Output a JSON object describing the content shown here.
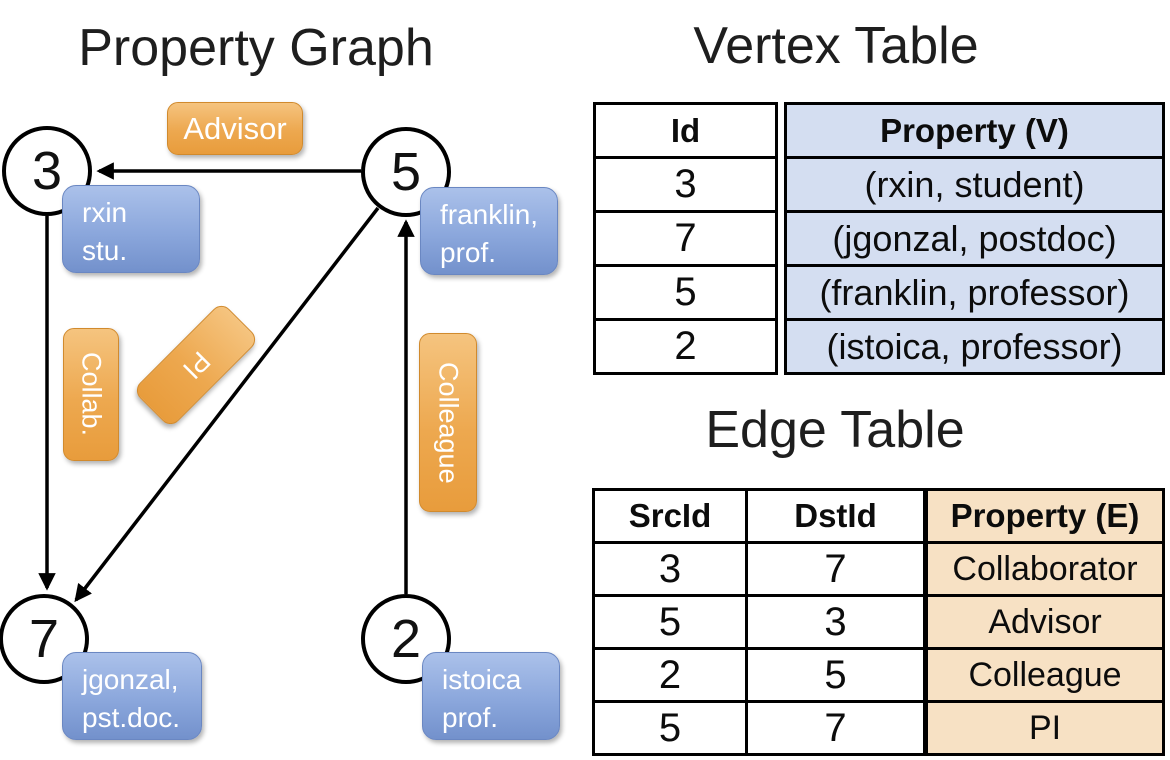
{
  "titles": {
    "graph": "Property Graph",
    "vertex_table": "Vertex Table",
    "edge_table": "Edge Table"
  },
  "graph": {
    "nodes": [
      {
        "id": "3",
        "label_line1": "rxin",
        "label_line2": "stu."
      },
      {
        "id": "5",
        "label_line1": "franklin,",
        "label_line2": "prof."
      },
      {
        "id": "7",
        "label_line1": "jgonzal,",
        "label_line2": "pst.doc."
      },
      {
        "id": "2",
        "label_line1": "istoica",
        "label_line2": "prof."
      }
    ],
    "edge_labels": {
      "advisor": "Advisor",
      "collab": "Collab.",
      "pi": "PI",
      "colleague": "Colleague"
    }
  },
  "vertex_table": {
    "headers": {
      "id": "Id",
      "property": "Property (V)"
    },
    "rows": [
      {
        "id": "3",
        "property": "(rxin, student)"
      },
      {
        "id": "7",
        "property": "(jgonzal, postdoc)"
      },
      {
        "id": "5",
        "property": "(franklin, professor)"
      },
      {
        "id": "2",
        "property": "(istoica, professor)"
      }
    ]
  },
  "edge_table": {
    "headers": {
      "src": "SrcId",
      "dst": "DstId",
      "property": "Property (E)"
    },
    "rows": [
      {
        "src": "3",
        "dst": "7",
        "property": "Collaborator"
      },
      {
        "src": "5",
        "dst": "3",
        "property": "Advisor"
      },
      {
        "src": "2",
        "dst": "5",
        "property": "Colleague"
      },
      {
        "src": "5",
        "dst": "7",
        "property": "PI"
      }
    ]
  },
  "colors": {
    "edge_label_fill": "#eda84f",
    "vertex_label_fill": "#8ba7dc",
    "vertex_table_property_bg": "#d4def1",
    "edge_table_property_bg": "#f7e1c4",
    "line_color": "#000000"
  }
}
